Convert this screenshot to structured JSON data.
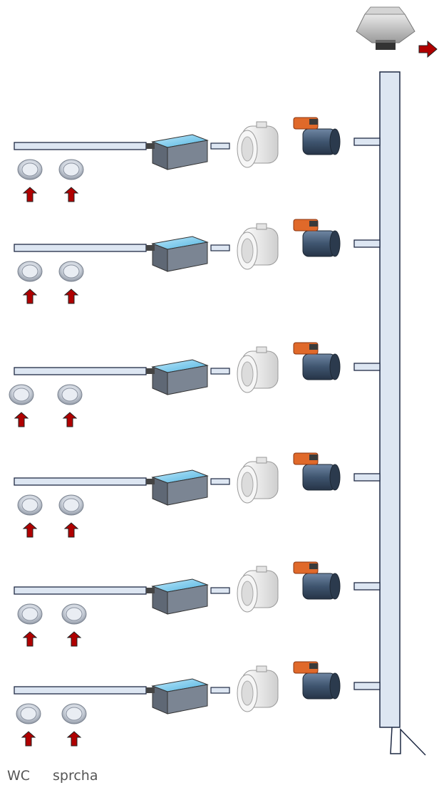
{
  "labels": {
    "wc": "WC",
    "shower": "sprcha"
  },
  "floors": [
    {
      "id": 1
    },
    {
      "id": 2
    },
    {
      "id": 3
    },
    {
      "id": 4
    },
    {
      "id": 5
    },
    {
      "id": 6
    }
  ],
  "icons": {
    "roof": "roof-exhaust-cowl-icon",
    "outlet_arrow": "outlet-arrow-icon",
    "diffuser": "ceiling-diffuser-icon",
    "airflow_arrow": "airflow-up-arrow-icon",
    "box": "silencer-box-icon",
    "fan": "inline-duct-fan-icon",
    "damper": "motorized-damper-icon"
  },
  "colors": {
    "duct_fill": "#dde6f2",
    "duct_stroke": "#1f2a44",
    "arrow_red": "#b00000",
    "box_top": "#7ecbea",
    "box_body": "#5f6875",
    "fan_body": "#eeeeee",
    "damper_body": "#3f556f",
    "actuator": "#e0692a",
    "label_text": "#555555"
  }
}
